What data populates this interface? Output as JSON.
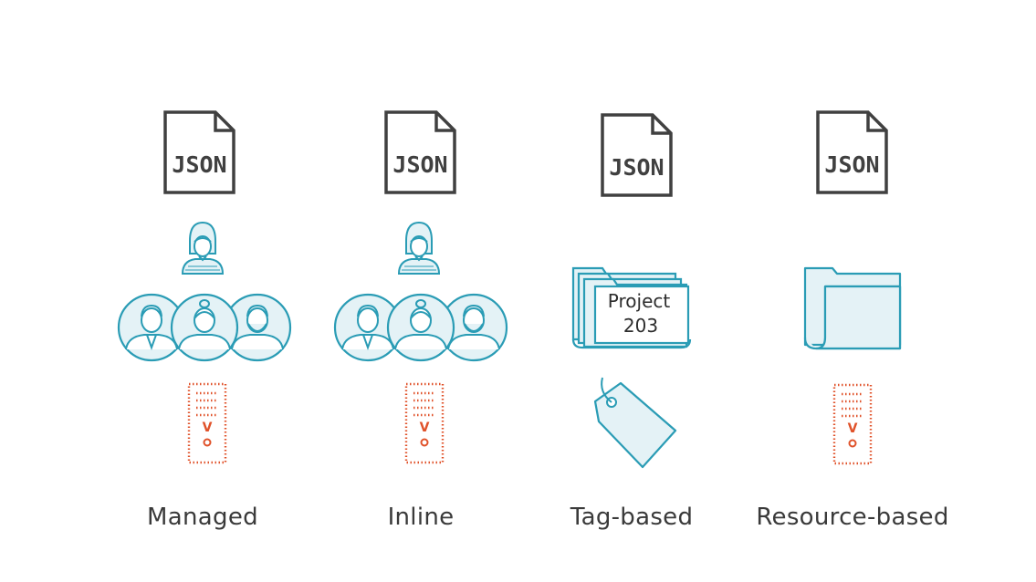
{
  "columns": [
    {
      "id": "managed",
      "label": "Managed",
      "doc_text": "JSON"
    },
    {
      "id": "inline",
      "label": "Inline",
      "doc_text": "JSON"
    },
    {
      "id": "tag-based",
      "label": "Tag-based",
      "doc_text": "JSON"
    },
    {
      "id": "resource-based",
      "label": "Resource-based",
      "doc_text": "JSON"
    }
  ],
  "folder_label_line1": "Project",
  "folder_label_line2": "203",
  "server_glyph": "V",
  "colors": {
    "teal": "#2a9cb5",
    "teal_fill": "#e4f2f6",
    "orange": "#e0522a",
    "document": "#404040",
    "label": "#3a3a3a"
  },
  "icons": [
    "json-document-icon",
    "user-icon",
    "user-group-icon",
    "server-icon",
    "folder-stack-icon",
    "tag-icon",
    "folder-icon"
  ]
}
